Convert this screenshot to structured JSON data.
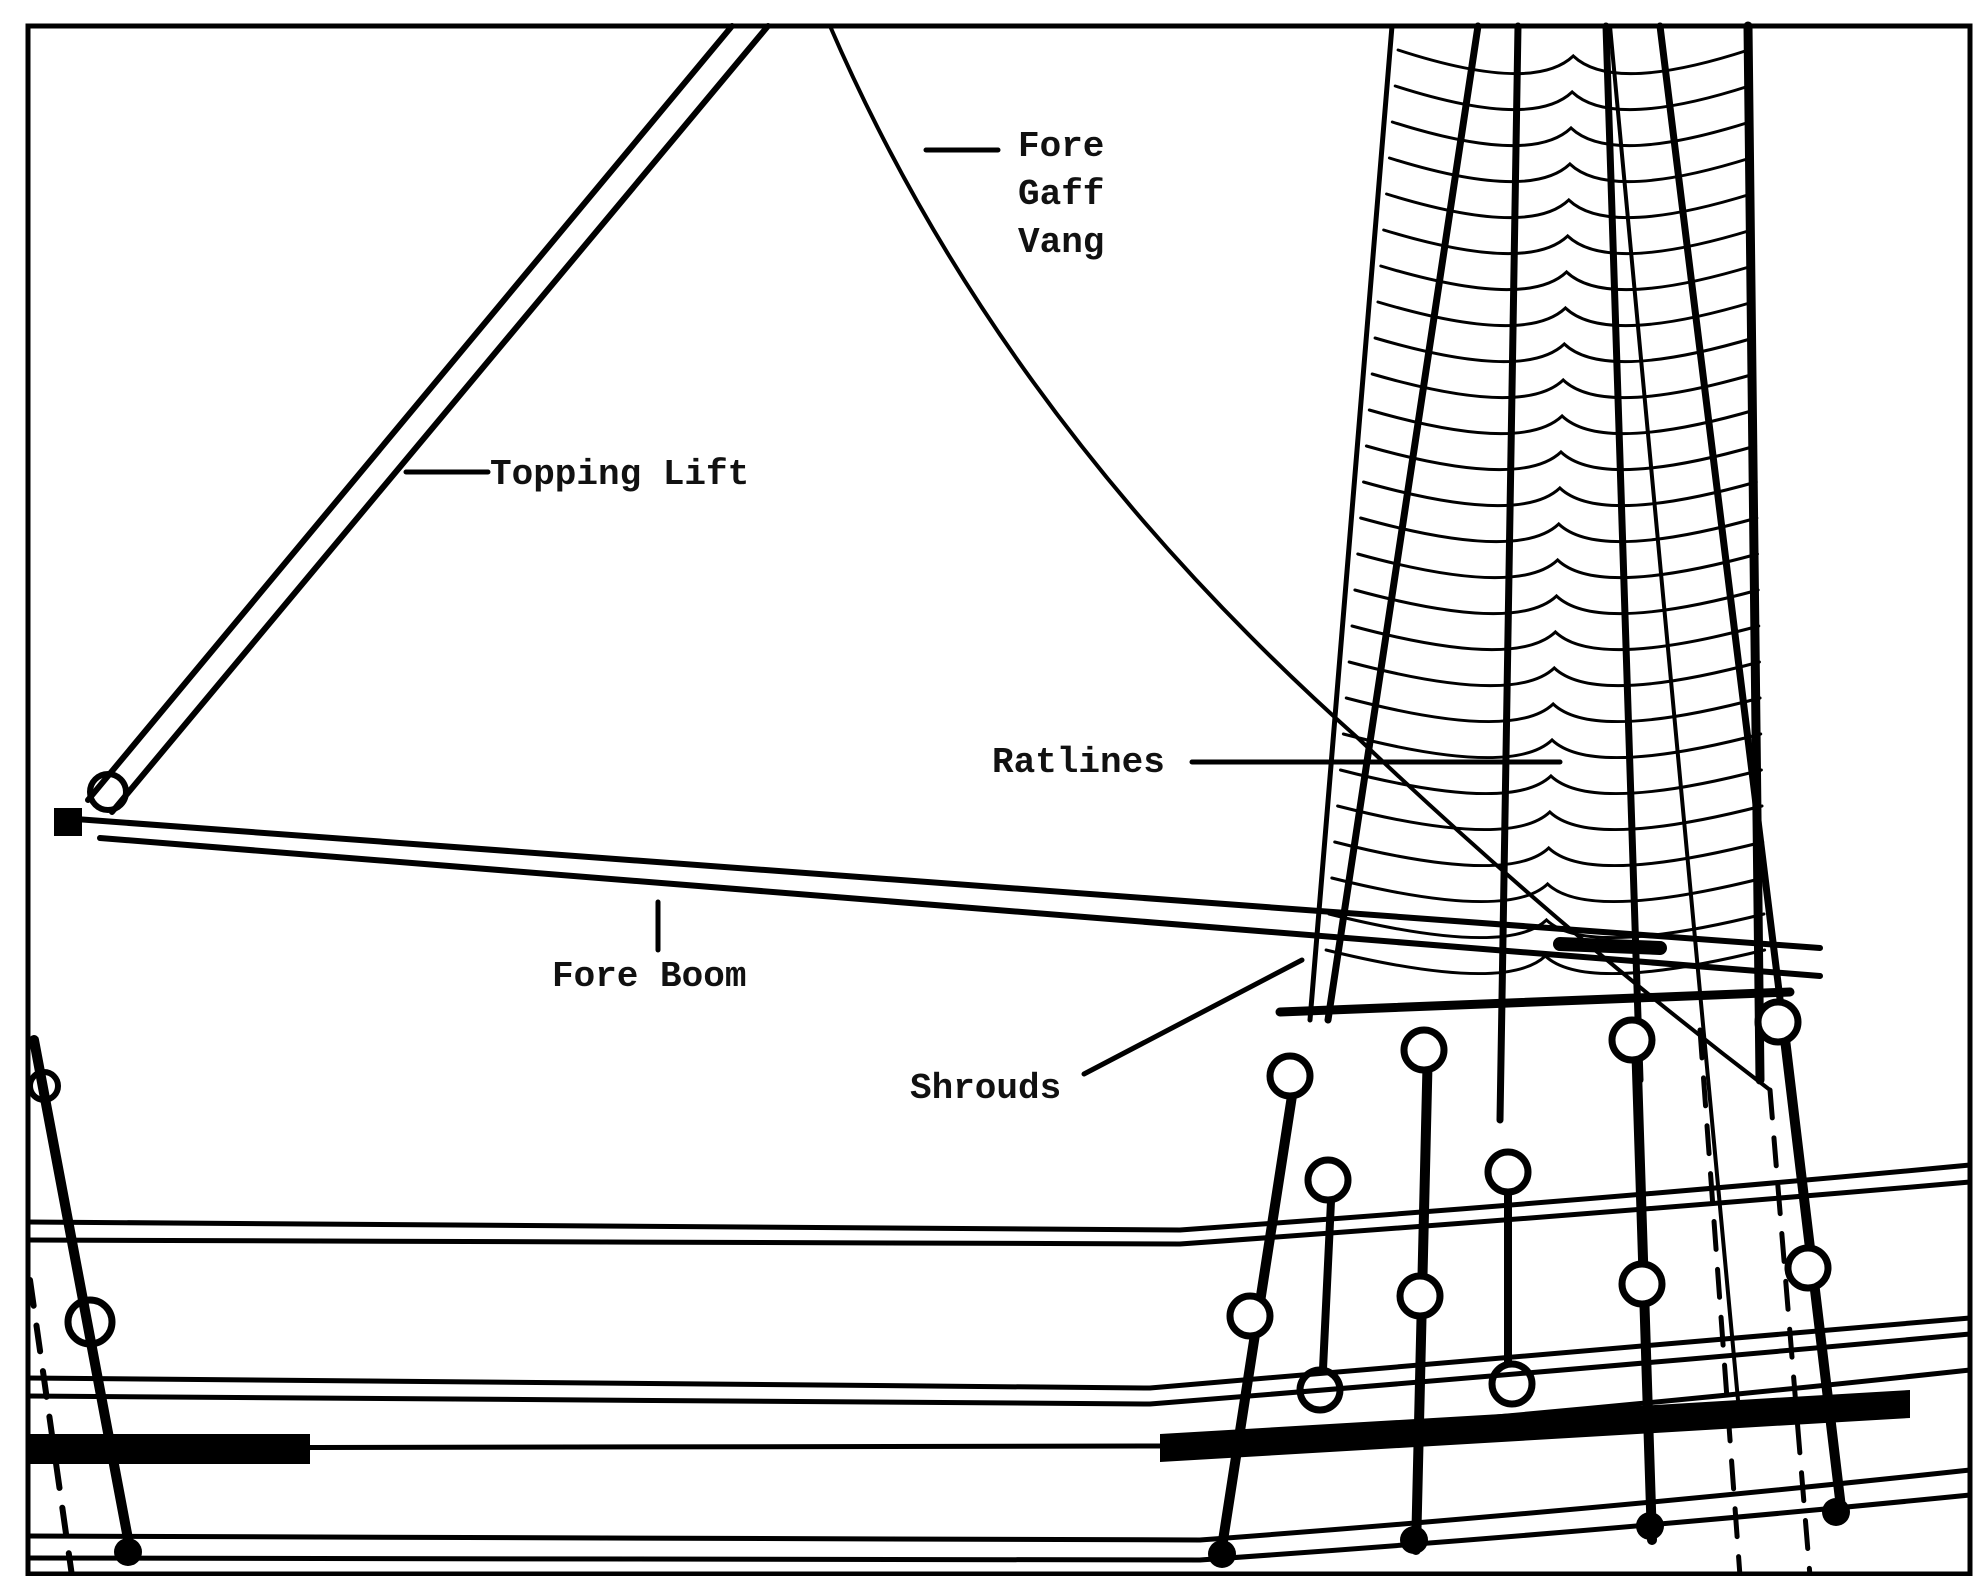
{
  "diagram": {
    "labels": {
      "fore_gaff_vang": [
        "Fore",
        "Gaff",
        "Vang"
      ],
      "topping_lift": "Topping Lift",
      "ratlines": "Ratlines",
      "fore_boom": "Fore Boom",
      "shrouds": "Shrouds"
    }
  }
}
